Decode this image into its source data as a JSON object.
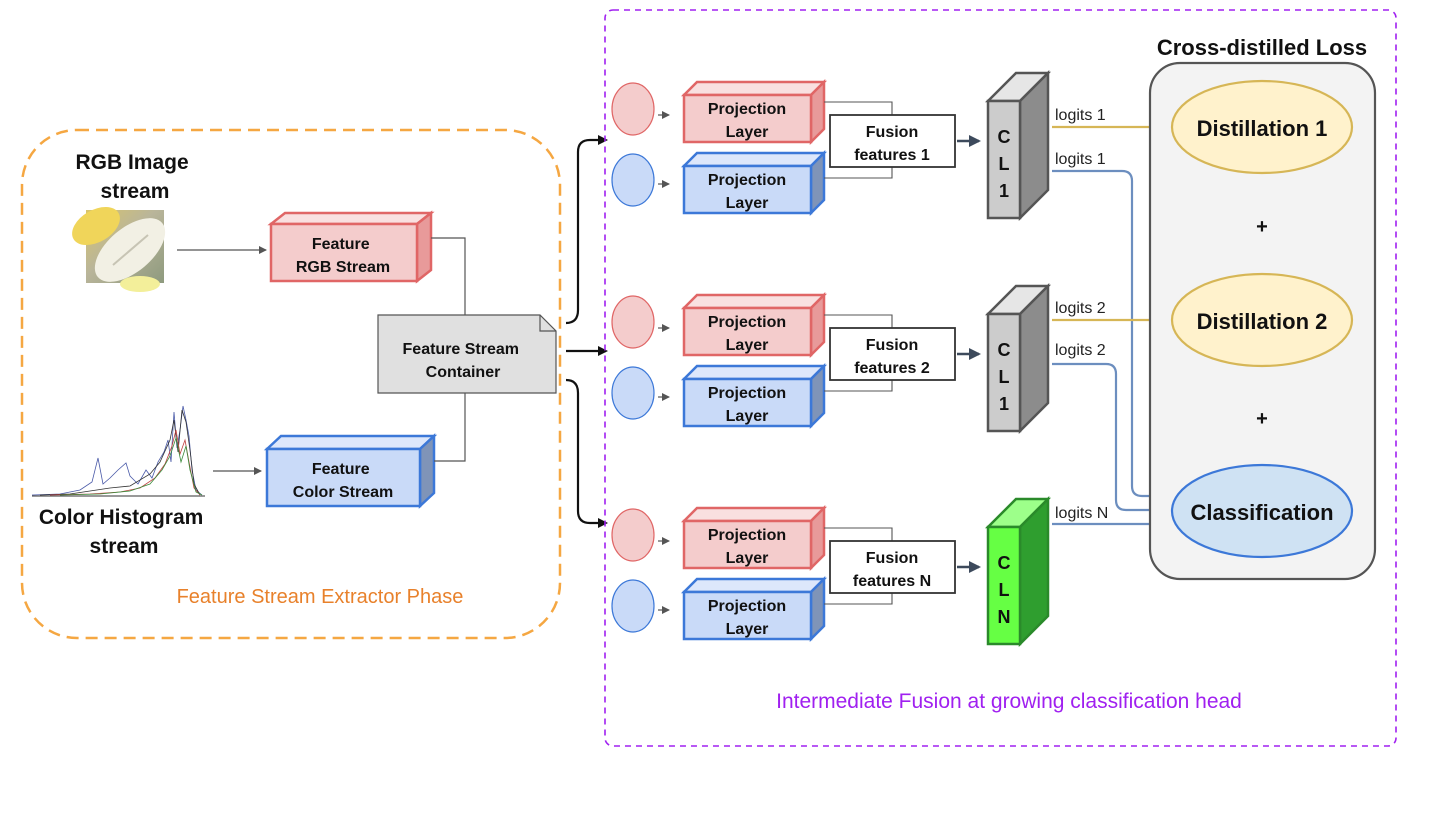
{
  "extractor": {
    "phase_label": "Feature Stream Extractor Phase",
    "rgb_title": [
      "RGB Image",
      "stream"
    ],
    "hist_title": [
      "Color Histogram",
      "stream"
    ],
    "feat_rgb": [
      "Feature",
      "RGB Stream"
    ],
    "feat_color": [
      "Feature",
      "Color Stream"
    ],
    "container": [
      "Feature Stream",
      "Container"
    ]
  },
  "fusion_region": {
    "label": "Intermediate Fusion at growing classification head",
    "branches": [
      {
        "proj_top": [
          "Projection",
          "Layer"
        ],
        "proj_bottom": [
          "Projection",
          "Layer"
        ],
        "fusion": [
          "Fusion",
          "features 1"
        ],
        "cl": [
          "C",
          "L",
          "1"
        ],
        "logits_upper": "logits 1",
        "logits_lower": "logits 1"
      },
      {
        "proj_top": [
          "Projection",
          "Layer"
        ],
        "proj_bottom": [
          "Projection",
          "Layer"
        ],
        "fusion": [
          "Fusion",
          "features 2"
        ],
        "cl": [
          "C",
          "L",
          "1"
        ],
        "logits_upper": "logits 2",
        "logits_lower": "logits 2"
      },
      {
        "proj_top": [
          "Projection",
          "Layer"
        ],
        "proj_bottom": [
          "Projection",
          "Layer"
        ],
        "fusion": [
          "Fusion",
          "features N"
        ],
        "cl": [
          "C",
          "L",
          "N"
        ],
        "logits_upper": "logits N",
        "logits_lower": ""
      }
    ]
  },
  "loss": {
    "title": "Cross-distilled Loss",
    "distill_1": "Distillation 1",
    "distill_2": "Distillation 2",
    "classification": "Classification",
    "plus": "+"
  },
  "colors": {
    "orange": "#f5a742",
    "orange_text": "#e8812b",
    "purple": "#a020f0",
    "red_fill": "#f4cccc",
    "red_stroke": "#e06666",
    "blue_fill": "#c9daf8",
    "blue_stroke": "#3c78d8",
    "green_fill": "#66ff44",
    "grey_fill": "#cccccc",
    "gold": "#d6b656",
    "gold_fill": "#fff2cc",
    "steel": "#6c8ebf",
    "panel": "#f3f3f3"
  }
}
